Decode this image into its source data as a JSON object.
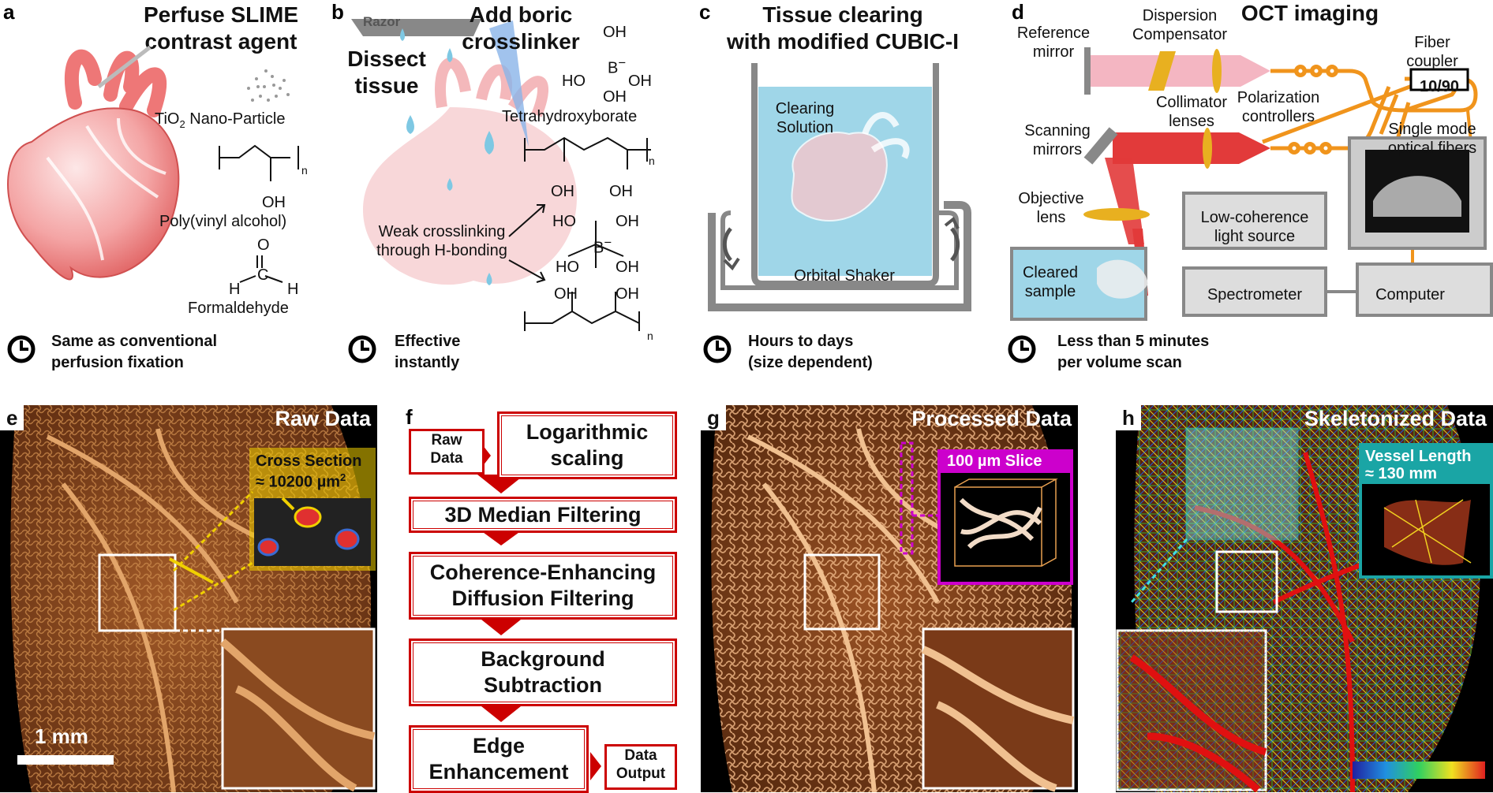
{
  "panels": {
    "a": {
      "letter": "a",
      "title": "Perfuse SLIME\ncontrast agent",
      "tio2": "TiO",
      "tio2_sub": "2",
      "tio2_rest": " Nano-Particle",
      "pva_n": "n",
      "pva_oh": "OH",
      "pva": "Poly(vinyl alcohol)",
      "form_o": "O",
      "form_h1": "H",
      "form_c": "C",
      "form_h2": "H",
      "formaldehyde": "Formaldehyde",
      "time": "Same as conventional\nperfusion fixation"
    },
    "b": {
      "letter": "b",
      "razor": "Razor",
      "dissect": "Dissect\ntissue",
      "title": "Add boric\ncrosslinker",
      "oh_top": "OH",
      "b_minus": "B",
      "minus": "−",
      "ho_left": "HO",
      "oh_right": "OH",
      "oh_bottom": "OH",
      "tetra": "Tetrahydroxyborate",
      "n1": "n",
      "n2": "n",
      "weak": "Weak crosslinking\nthrough H-bonding",
      "b_oh1": "OH",
      "b_oh2": "OH",
      "b_ho1": "HO",
      "b_oh3": "OH",
      "b_center": "B",
      "b_minus2": "−",
      "b_ho2": "HO",
      "b_oh4": "OH",
      "b_oh5": "OH",
      "b_oh6": "OH",
      "time": "Effective\ninstantly"
    },
    "c": {
      "letter": "c",
      "title": "Tissue clearing\nwith modified CUBIC-I",
      "solution": "Clearing\nSolution",
      "shaker": "Orbital Shaker",
      "time": "Hours to days\n(size dependent)"
    },
    "d": {
      "letter": "d",
      "title": "OCT imaging",
      "ref": "Reference\nmirror",
      "disp": "Dispersion\nCompensator",
      "coupler": "Fiber\ncoupler",
      "ratio": "10/90",
      "colli": "Collimator\nlenses",
      "polar": "Polarization\ncontrollers",
      "scanning": "Scanning\nmirrors",
      "single": "Single mode\noptical fibers",
      "objective": "Objective\nlens",
      "low": "Low-coherence\nlight source",
      "cleared": "Cleared\nsample",
      "spectro": "Spectrometer",
      "computer": "Computer",
      "time": "Less than 5 minutes\nper volume scan"
    },
    "e": {
      "letter": "e",
      "title": "Raw Data",
      "cross": "Cross Section",
      "cross_val": "≈ 10200 µm",
      "cross_sup": "2",
      "scale": "1 mm"
    },
    "f": {
      "letter": "f",
      "raw": "Raw\nData",
      "steps": [
        "Logarithmic\nscaling",
        "3D Median Filtering",
        "Coherence-Enhancing\nDiffusion Filtering",
        "Background\nSubtraction",
        "Edge\nEnhancement"
      ],
      "output": "Data\nOutput"
    },
    "g": {
      "letter": "g",
      "title": "Processed Data",
      "slice": "100 µm Slice"
    },
    "h": {
      "letter": "h",
      "title": "Skeletonized Data",
      "vessel": "Vessel Length",
      "vessel_val": "≈ 130 mm"
    }
  },
  "colors": {
    "accent_red": "#cc0000",
    "yellow": "#f0d000",
    "magenta": "#cc00cc",
    "teal": "#1aa5a5",
    "vessel": "#b5642a"
  }
}
